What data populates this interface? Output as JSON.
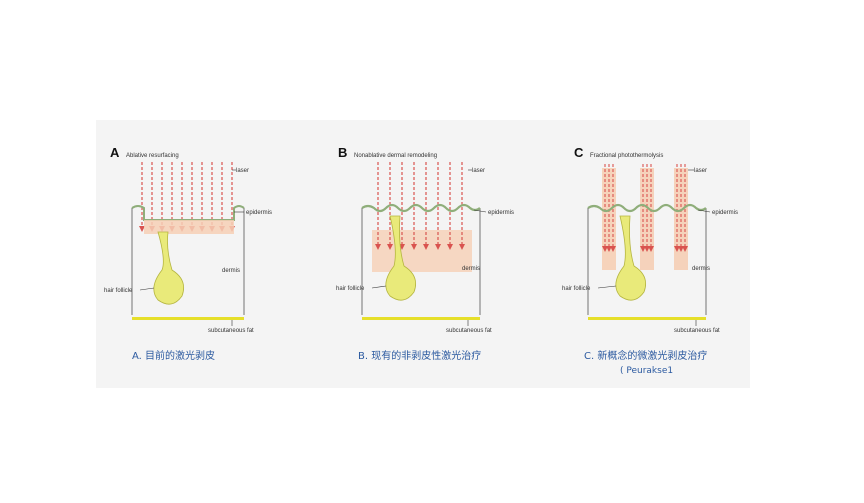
{
  "panels": [
    {
      "letter": "A",
      "title": "Ablative resurfacing",
      "labels": {
        "laser": "laser",
        "epidermis": "epidermis",
        "dermis": "dermis",
        "hair_follicle": "hair follicle",
        "subcutaneous_fat": "subcutaneous fat"
      },
      "caption": "A. 目前的激光剥皮",
      "subcaption": ""
    },
    {
      "letter": "B",
      "title": "Nonablative dermal remodeling",
      "labels": {
        "laser": "laser",
        "epidermis": "epidermis",
        "dermis": "dermis",
        "hair_follicle": "hair follicle",
        "subcutaneous_fat": "subcutaneous fat"
      },
      "caption": "B. 现有的非剥皮性激光治疗",
      "subcaption": ""
    },
    {
      "letter": "C",
      "title": "Fractional photothermolysis",
      "labels": {
        "laser": "laser",
        "epidermis": "epidermis",
        "dermis": "dermis",
        "hair_follicle": "hair follicle",
        "subcutaneous_fat": "subcutaneous fat"
      },
      "caption": "C. 新概念的微激光剥皮治疗",
      "subcaption": "( Peurakse1"
    }
  ],
  "colors": {
    "laser_arrow": "#d9534f",
    "heated_zone": "#f6cfb5",
    "epidermis": "#8fae7a",
    "follicle_fill": "#e9ea7a",
    "fat": "#e6df2a",
    "caption": "#2c5aa0"
  }
}
